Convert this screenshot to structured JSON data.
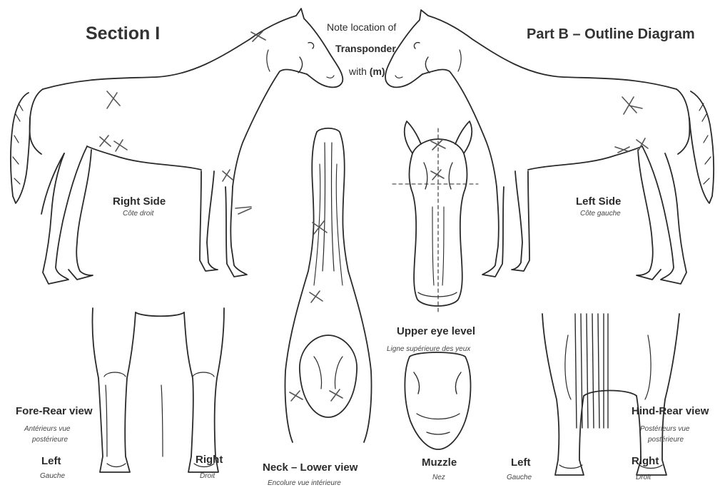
{
  "header": {
    "section": "Section I",
    "part": "Part B – Outline Diagram",
    "note_line1": "Note location of",
    "note_line2": "Transponder",
    "note_line3": "with",
    "note_mark": "(m)"
  },
  "views": {
    "right_side": {
      "label": "Right Side",
      "sub": "Côte droit"
    },
    "left_side": {
      "label": "Left Side",
      "sub": "Côte gauche"
    },
    "upper_eye": {
      "label": "Upper eye level",
      "sub": "Ligne supérieure des yeux"
    },
    "fore_rear": {
      "label": "Fore-Rear view",
      "sub1": "Antérieurs vue",
      "sub2": "postérieure"
    },
    "hind_rear": {
      "label": "Hind-Rear view",
      "sub1": "Postérieurs vue",
      "sub2": "postérieure"
    },
    "neck_lower": {
      "label": "Neck – Lower view",
      "sub": "Encolure vue intérieure"
    },
    "muzzle": {
      "label": "Muzzle",
      "sub": "Nez"
    },
    "fore_left": {
      "label": "Left",
      "sub": "Gauche"
    },
    "fore_right": {
      "label": "Right",
      "sub": "Droit"
    },
    "hind_left": {
      "label": "Left",
      "sub": "Gauche"
    },
    "hind_right": {
      "label": "Right",
      "sub": "Droit"
    }
  },
  "colors": {
    "line": "#2a2a2a",
    "marking": "#555555",
    "text": "#333333"
  }
}
